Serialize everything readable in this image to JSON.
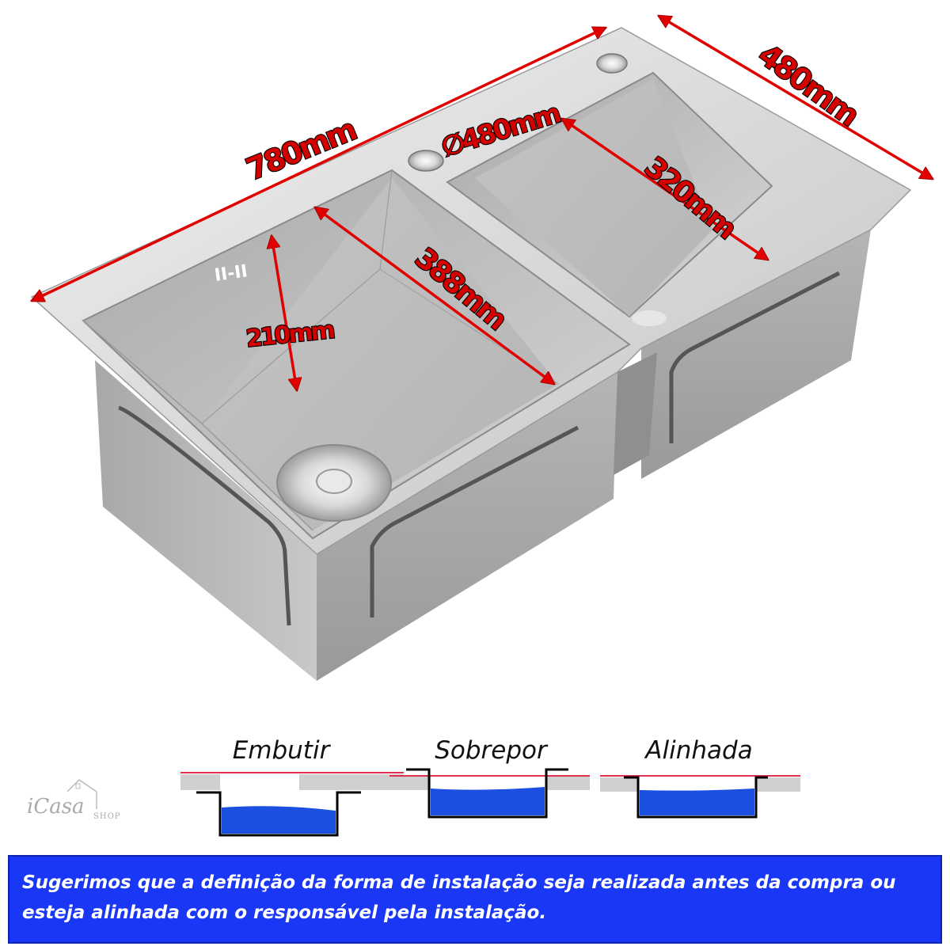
{
  "dimensions": {
    "total_length": "780mm",
    "total_width": "480mm",
    "hole_diameter": "∅480mm",
    "left_bowl_length": "388mm",
    "left_bowl_depth": "210mm",
    "right_bowl_width": "320mm"
  },
  "installation": {
    "options": [
      {
        "label": "Embutir"
      },
      {
        "label": "Sobrepor"
      },
      {
        "label": "Alinhada"
      }
    ]
  },
  "logo": {
    "text": "iCasa",
    "sub": "SHOP"
  },
  "notice": "Sugerimos que a definição da forma de instalação seja realizada antes da compra ou esteja alinhada com o responsável pela instalação.",
  "colors": {
    "dimension": "#d40000",
    "banner": "#1a37f5",
    "water": "#1a4fe0",
    "counter": "#cfcfcf",
    "steel": "#b8b8b8"
  }
}
